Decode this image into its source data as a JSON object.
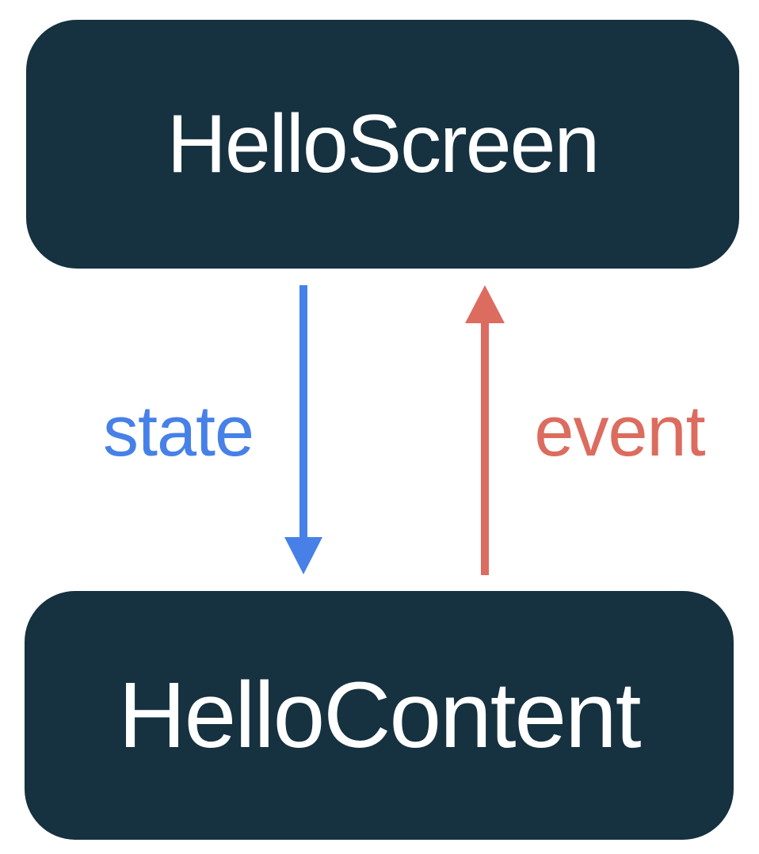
{
  "boxes": {
    "top": {
      "label": "HelloScreen"
    },
    "bottom": {
      "label": "HelloContent"
    }
  },
  "arrows": {
    "state": {
      "label": "state",
      "direction": "down"
    },
    "event": {
      "label": "event",
      "direction": "up"
    }
  },
  "colors": {
    "box_fill": "#16313F",
    "box_text": "#FFFFFF",
    "state_blue": "#4781E7",
    "event_red": "#DC6C5F",
    "background": "#FFFFFF"
  }
}
